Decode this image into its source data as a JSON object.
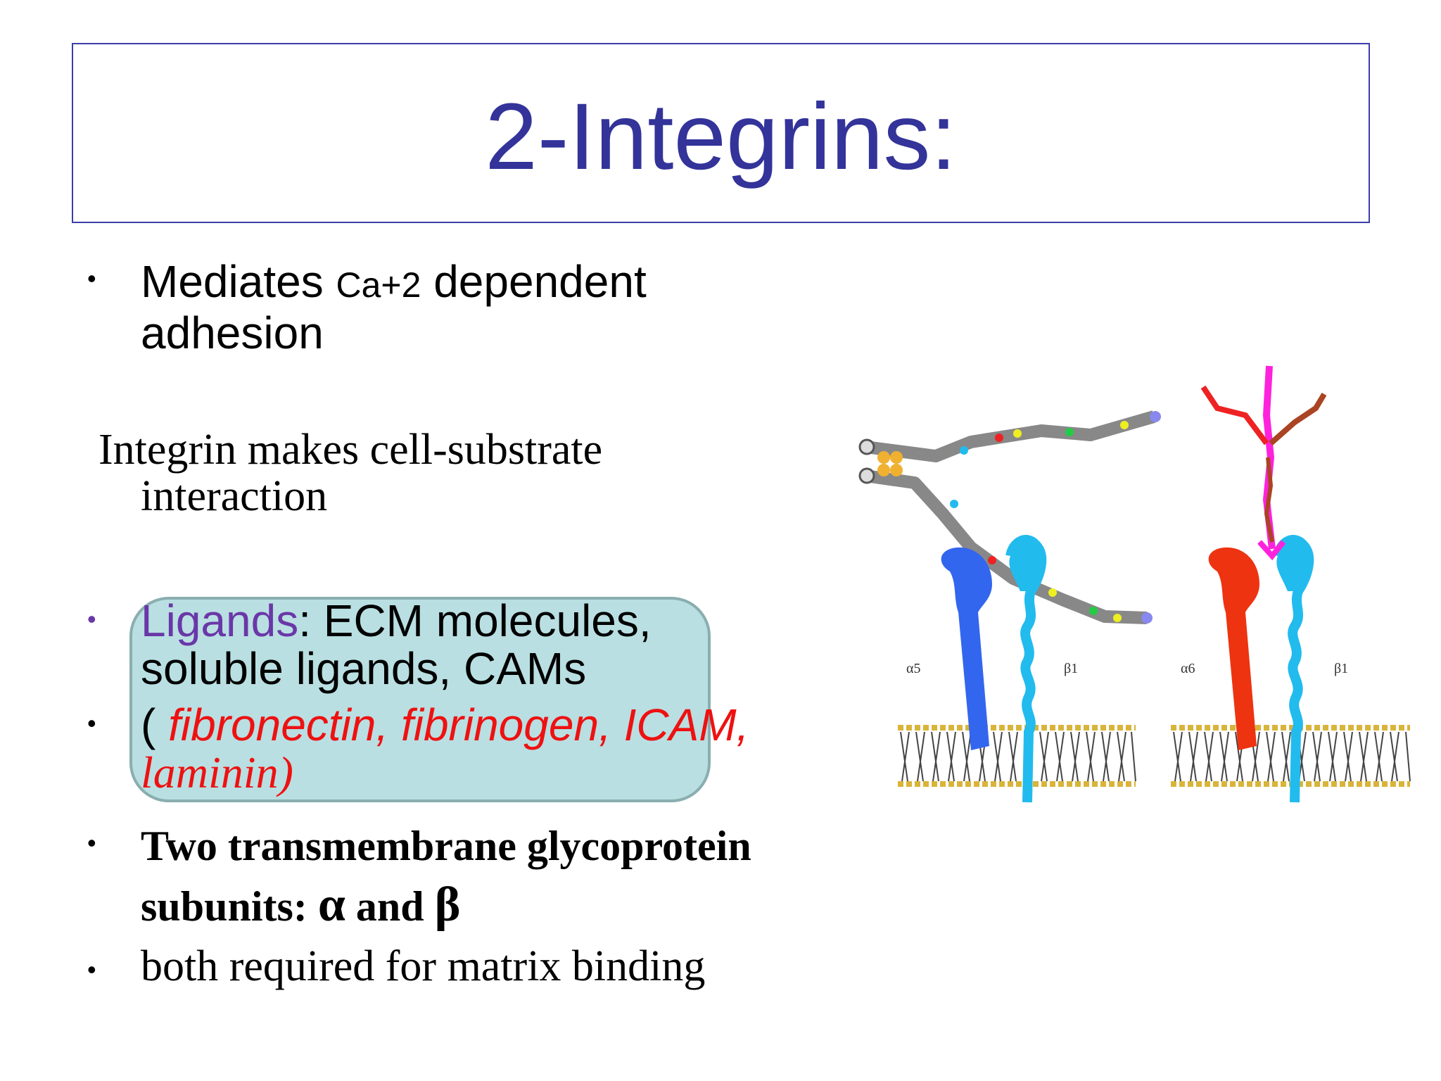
{
  "slide": {
    "title": "2-Integrins:",
    "bullets": {
      "b1": {
        "prefix": "Mediates ",
        "small": "Ca+2",
        "suffix": " dependent",
        "line2": "adhesion"
      },
      "para": {
        "line1": "Integrin makes cell-substrate",
        "line2": "interaction"
      },
      "b2": {
        "purple": "Ligands",
        "rest": ":   ECM molecules,",
        "line2": "soluble ligands, CAMs"
      },
      "b3": {
        "open": "( ",
        "red": "fibronectin, fibrinogen, ICAM,",
        "line2": "laminin)"
      },
      "b4": {
        "line1": "Two transmembrane glycoprotein",
        "line2_prefix": "subunits: ",
        "alpha": "α",
        "and": " and ",
        "beta": "β"
      },
      "b5": {
        "text": "both required for matrix binding"
      }
    },
    "bullet_char": "•"
  },
  "figure": {
    "left_alpha": "α5",
    "left_beta": "β1",
    "right_alpha": "α6",
    "right_beta": "β1"
  },
  "colors": {
    "title": "#33339a",
    "ligand_purple": "#6a37a8",
    "example_red": "#ee1111",
    "ligand_box_fill": "#b9dfe2",
    "alpha5_blue": "#3366ee",
    "beta1_cyan": "#22bbee",
    "alpha6_red": "#ee3311",
    "ligand_magenta": "#ff22dd"
  }
}
